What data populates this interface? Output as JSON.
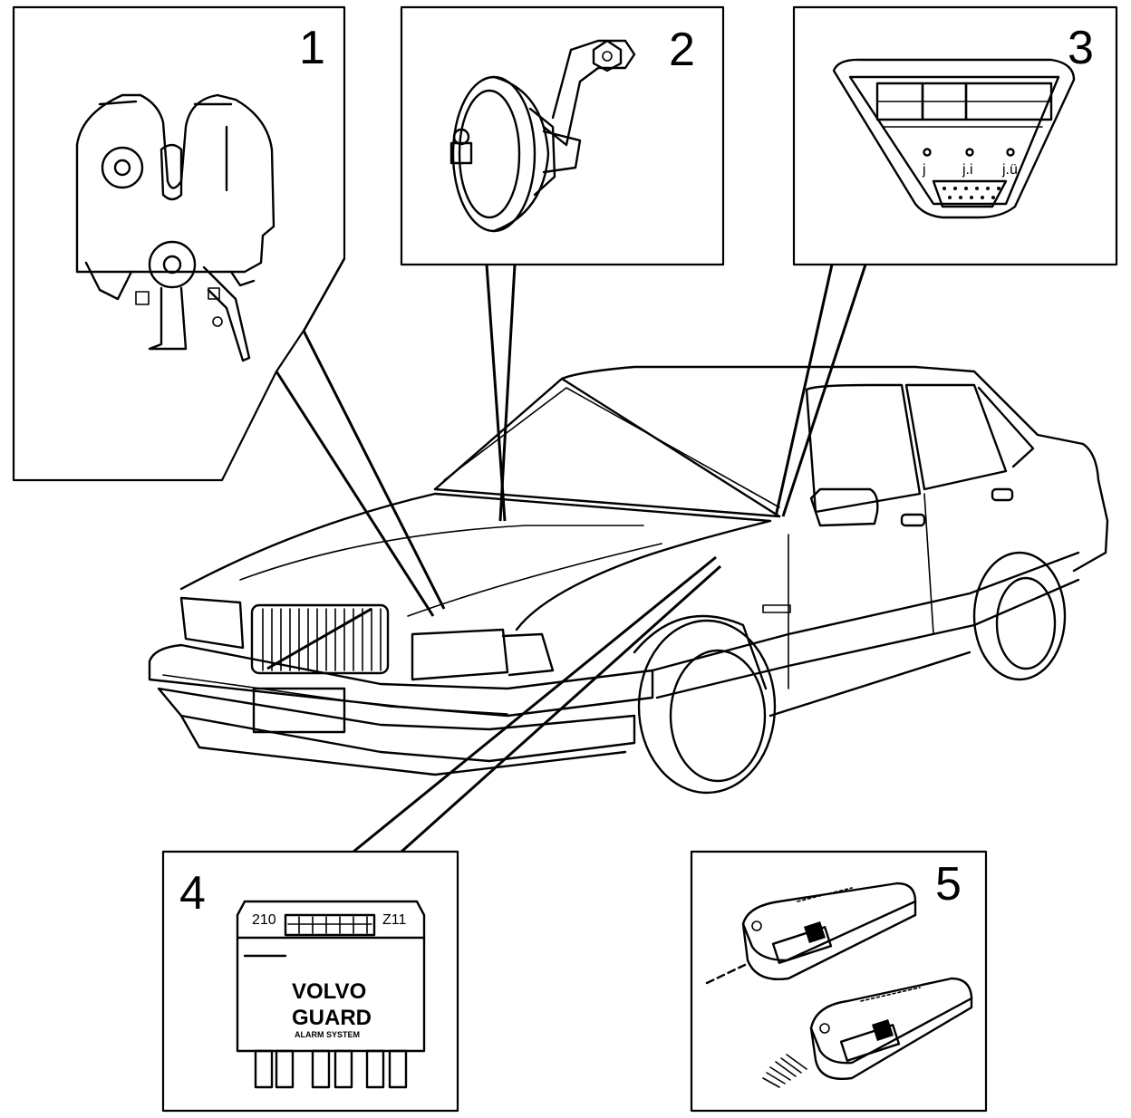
{
  "callouts": [
    {
      "number": "1",
      "component": "hood-latch-switch"
    },
    {
      "number": "2",
      "component": "siren-horn"
    },
    {
      "number": "3",
      "component": "indicator-led-panel"
    },
    {
      "number": "4",
      "component": "alarm-control-module"
    },
    {
      "number": "5",
      "component": "remote-transmitters"
    }
  ],
  "module": {
    "pin_left": "210",
    "pin_right": "Z11",
    "brand_line1": "VOLVO",
    "brand_line2": "GUARD",
    "subtitle": "ALARM SYSTEM"
  },
  "colors": {
    "line": "#000000",
    "background": "#ffffff"
  }
}
